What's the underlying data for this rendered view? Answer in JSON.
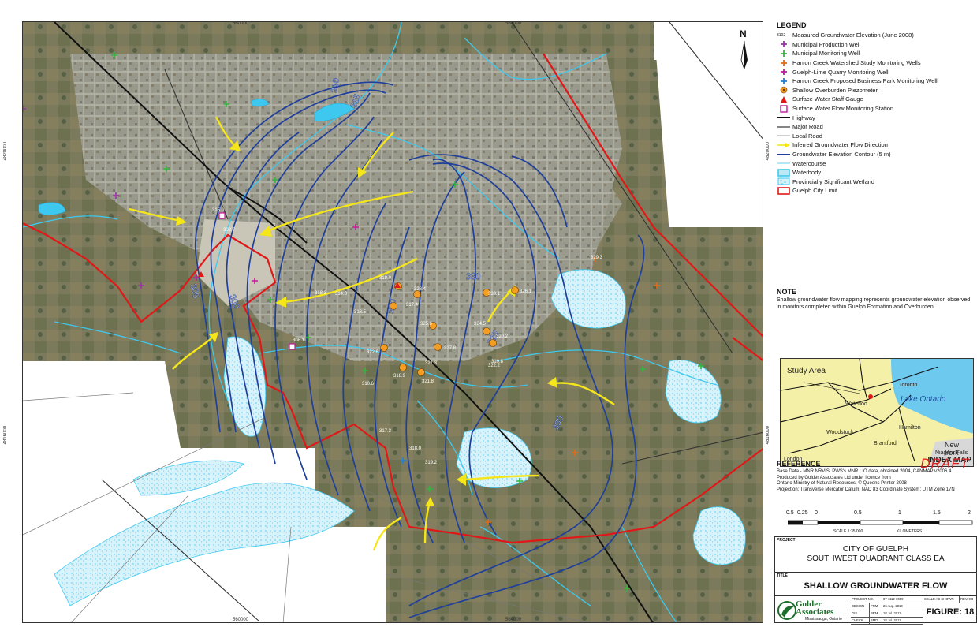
{
  "map": {
    "top_ticks": [
      "560000",
      "564000"
    ],
    "bottom_ticks": [
      "560000",
      "564000"
    ],
    "left_ticks": [
      "4820000",
      "4816000"
    ],
    "right_ticks": [
      "4820000",
      "4816000"
    ],
    "north_letter": "N",
    "colors": {
      "contour": "#1f3f9a",
      "flow_arrow": "#f5e61a",
      "city_limit": "#e01818",
      "watercourse": "#3ec8ef",
      "highway": "#111111",
      "road": "#555555",
      "aerial_base": "#8d8a74"
    },
    "contour_labels": [
      "300",
      "305",
      "310",
      "315",
      "320",
      "325",
      "330",
      "330"
    ],
    "piezometer_labels": [
      "319.0",
      "323.4",
      "326.1",
      "333.1",
      "324.5",
      "327.8",
      "322.6",
      "318.9",
      "321.3",
      "320.2",
      "325.6",
      "317.4"
    ],
    "well_labels": [
      "318.3",
      "314.8",
      "313.5",
      "308.1",
      "315.0",
      "321.8",
      "317.3",
      "318.0",
      "319.2",
      "329.3",
      "319.8",
      "322.2",
      "310.6",
      "302.7"
    ]
  },
  "legend": {
    "heading": "LEGEND",
    "items": [
      {
        "label": "Measured Groundwater Elevation (June 2008)",
        "symbol": "text",
        "symbol_text": "3102",
        "color": "#333333"
      },
      {
        "label": "Municipal Production Well",
        "symbol": "cross",
        "color": "#9c2fa8"
      },
      {
        "label": "Municipal Monitoring Well",
        "symbol": "cross",
        "color": "#34b43c"
      },
      {
        "label": "Hanlon Creek Watershed Study Monitoring Wells",
        "symbol": "cross",
        "color": "#e46a14"
      },
      {
        "label": "Guelph-Lime Quarry Monitoring Well",
        "symbol": "cross",
        "color": "#c0189a"
      },
      {
        "label": "Hanlon Creek Proposed Business Park Monitoring Well",
        "symbol": "cross",
        "color": "#1f7fd8"
      },
      {
        "label": "Shallow Overburden Piezometer",
        "symbol": "piezo",
        "color": "#f39d23"
      },
      {
        "label": "Surface Water Staff Gauge",
        "symbol": "triangle",
        "color": "#e01818"
      },
      {
        "label": "Surface Water Flow Monitoring Station",
        "symbol": "square",
        "color": "#c0189a"
      },
      {
        "label": "Highway",
        "symbol": "line",
        "color": "#111111",
        "width": 2
      },
      {
        "label": "Major Road",
        "symbol": "line",
        "color": "#333333",
        "width": 1.2
      },
      {
        "label": "Local Road",
        "symbol": "line",
        "color": "#888888",
        "width": 0.8
      },
      {
        "label": "Inferred Groundwater Flow Direction",
        "symbol": "arrow",
        "color": "#f5e61a"
      },
      {
        "label": "Groundwater Elevation Contour (5 m)",
        "symbol": "line",
        "color": "#1f3f9a",
        "width": 2
      },
      {
        "label": "Watercourse",
        "symbol": "line",
        "color": "#3ec8ef",
        "width": 0.8
      },
      {
        "label": "Waterbody",
        "symbol": "box",
        "color": "#bde8f6",
        "stroke": "#3ec8ef"
      },
      {
        "label": "Provincially Significant Wetland",
        "symbol": "wetland",
        "color": "#3ec8ef"
      },
      {
        "label": "Guelph City Limit",
        "symbol": "box",
        "color": "#ffffff",
        "stroke": "#e01818"
      }
    ]
  },
  "note": {
    "heading": "NOTE",
    "text": "Shallow groundwater flow mapping represents groundwater elevation observed in monitors completed within Guelph Formation and Overburden."
  },
  "index_map": {
    "study_area": "Study Area",
    "lake": "Lake Ontario",
    "title": "INDEX MAP",
    "places": [
      "Toronto",
      "Waterloo",
      "Hamilton",
      "Woodstock",
      "Brantford",
      "New York",
      "Niagara Falls",
      "London"
    ]
  },
  "reference": {
    "heading": "REFERENCE",
    "draft": "DRAFT",
    "lines": [
      "Base Data - MNR NRVIS, PWS's MNR LIO data, obtained 2004, CANMAP v2006.4",
      "Produced by Golder Associates Ltd under licence from",
      "Ontario Ministry of Natural Resources, © Queens Printer 2008",
      "Projection: Transverse Mercator   Datum: NAD 83  Coordinate System: UTM Zone 17N"
    ]
  },
  "scale": {
    "numbers": [
      "0.5",
      "0.25",
      "0",
      "0.5",
      "1",
      "1.5",
      "2"
    ],
    "ratio": "SCALE 1:35,000",
    "units": "KILOMETERS"
  },
  "title_block": {
    "project_tag": "PROJECT",
    "project_line1": "CITY OF GUELPH",
    "project_line2": "SOUTHWEST QUADRANT CLASS EA",
    "title_tag": "TITLE",
    "title": "SHALLOW GROUNDWATER FLOW",
    "logo_line1": "Golder",
    "logo_line2": "Associates",
    "logo_location": "Mississauga, Ontario",
    "project_no_label": "PROJECT NO.",
    "project_no": "07-1112-0059",
    "scale_label": "SCALE AS SHOWN",
    "rev_label": "REV. 0.0",
    "rows": [
      {
        "role": "DESIGN",
        "who": "PRM",
        "date": "26 Aug. 2010"
      },
      {
        "role": "GIS",
        "who": "PRM",
        "date": "18 Jul. 2011"
      },
      {
        "role": "CHECK",
        "who": "SMD",
        "date": "18 Jul. 2011"
      }
    ],
    "figure": "FIGURE: 18"
  }
}
